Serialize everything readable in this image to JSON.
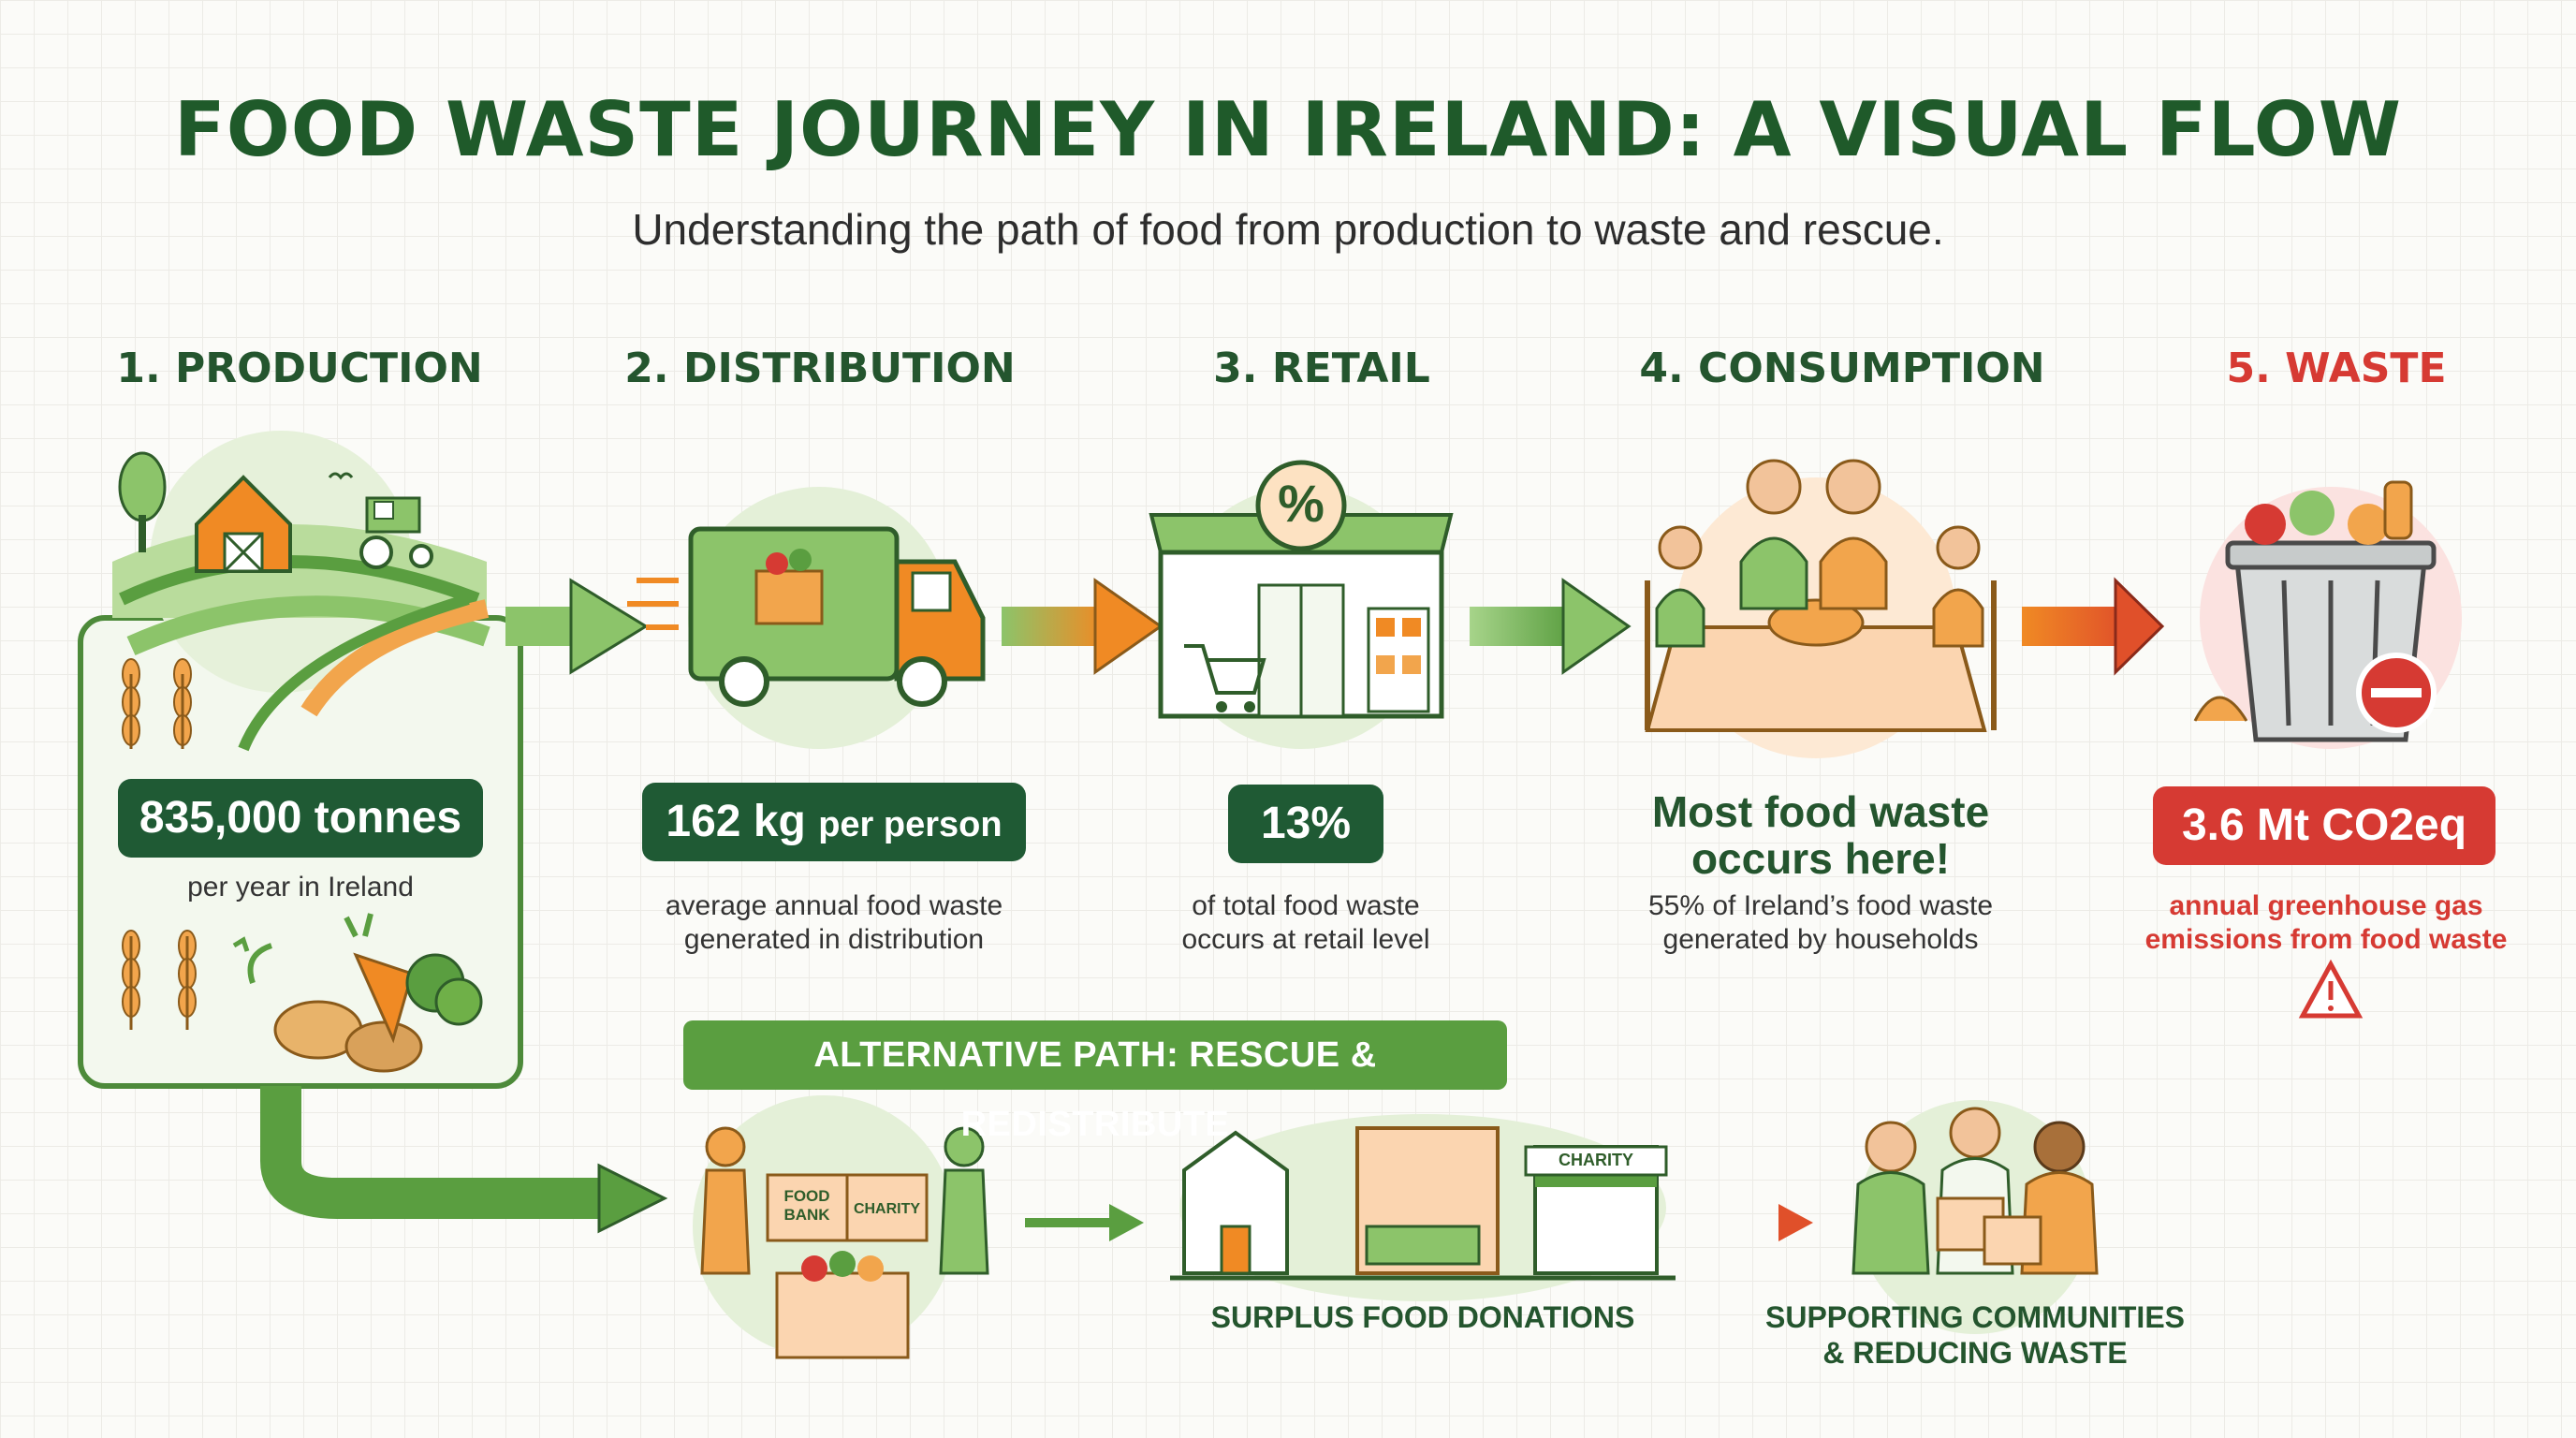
{
  "header": {
    "title": "FOOD WASTE JOURNEY IN IRELAND: A VISUAL FLOW",
    "subtitle": "Understanding the path of food from production to waste and rescue."
  },
  "stages": [
    {
      "label": "1. PRODUCTION",
      "stat": "835,000 tonnes",
      "note": "per year in Ireland"
    },
    {
      "label": "2. DISTRIBUTION",
      "stat_main": "162 kg",
      "stat_suffix": "per person",
      "note_line1": "average annual food waste",
      "note_line2": "generated in distribution"
    },
    {
      "label": "3. RETAIL",
      "stat": "13%",
      "note_line1": "of total food waste",
      "note_line2": "occurs at retail level"
    },
    {
      "label": "4. CONSUMPTION",
      "headline_line1": "Most food waste",
      "headline_line2": "occurs here!",
      "note_line1": "55% of Ireland’s food waste",
      "note_line2": "generated by households"
    },
    {
      "label": "5. WASTE",
      "stat": "3.6 Mt CO2eq",
      "note_line1": "annual greenhouse gas",
      "note_line2": "emissions from food waste"
    }
  ],
  "retail_icon_text": "%",
  "alternative": {
    "banner": "ALTERNATIVE PATH: RESCUE & REDISTRIBUTE",
    "box_left_line1": "FOOD",
    "box_left_line2": "BANK",
    "box_right": "CHARITY",
    "shop_sign": "CHARITY",
    "donations_label": "SURPLUS FOOD DONATIONS",
    "community_line1": "SUPPORTING COMMUNITIES",
    "community_line2": "& REDUCING WASTE"
  },
  "colors": {
    "dark_green": "#1f5a34",
    "light_green": "#8cc46a",
    "mid_green": "#5a9e40",
    "orange": "#f08a24",
    "red": "#d63a33"
  }
}
